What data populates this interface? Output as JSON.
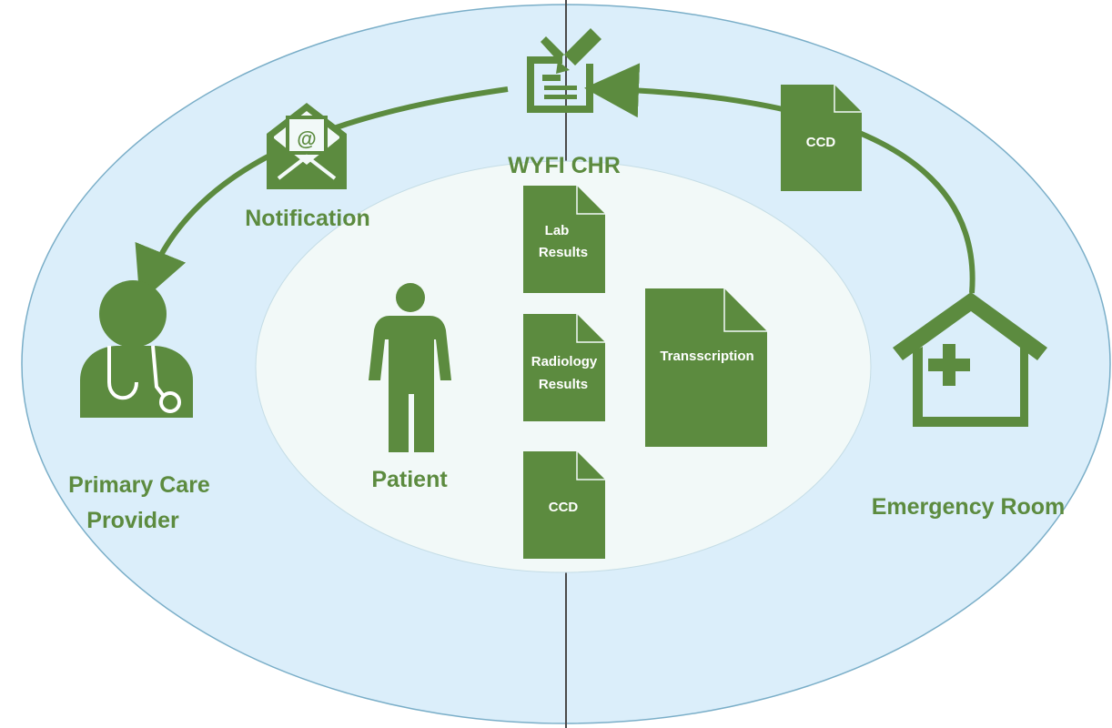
{
  "nodes": {
    "wyfi_chr": "WYFI CHR",
    "notification": "Notification",
    "primary_care_line1": "Primary Care",
    "primary_care_line2": "Provider",
    "patient": "Patient",
    "emergency_room": "Emergency Room"
  },
  "documents": {
    "ccd_top": "CCD",
    "lab_results_line1": "Lab",
    "lab_results_line2": "Results",
    "radiology_results_line1": "Radiology",
    "radiology_results_line2": "Results",
    "transcription": "Transscription",
    "ccd_bottom": "CCD"
  },
  "colors": {
    "green": "#5c8b3f",
    "outer_fill": "#dbeefa",
    "inner_fill": "#f2f9f8",
    "outline": "#7aaec8"
  },
  "icons": {
    "chr": "document-edit-icon",
    "notification": "email-notification-icon",
    "provider": "doctor-stethoscope-icon",
    "patient": "person-icon",
    "emergency": "hospital-house-icon"
  }
}
